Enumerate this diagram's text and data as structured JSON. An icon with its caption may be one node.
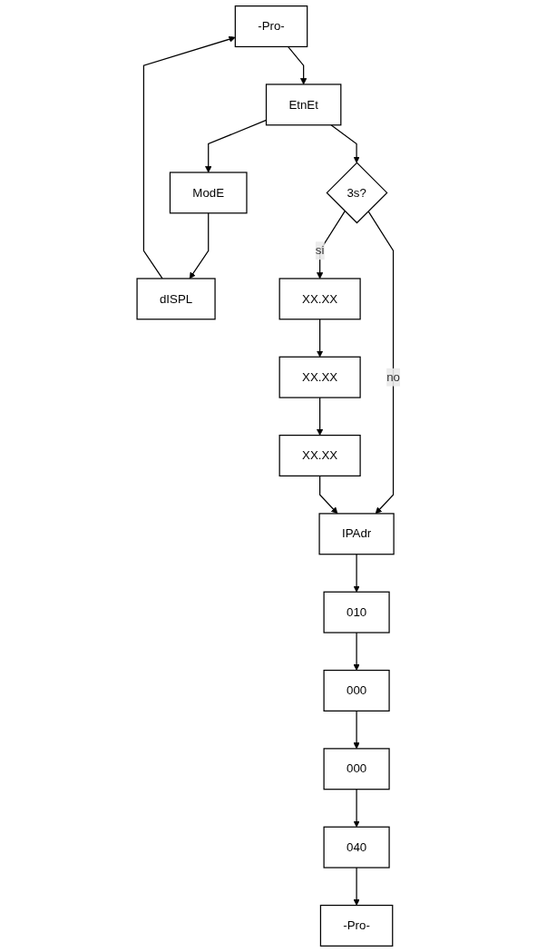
{
  "diagram": {
    "nodes": [
      {
        "text": [
          "-Pro-"
        ]
      },
      {
        "text": [
          "EtnEt"
        ]
      },
      {
        "text": [
          "ModE"
        ]
      },
      {
        "text": [
          "dISPL"
        ]
      },
      {
        "text": [
          "3s?"
        ]
      },
      {
        "text": [
          "XX.XX"
        ]
      },
      {
        "text": [
          "XX.XX"
        ]
      },
      {
        "text": [
          "XX.XX"
        ]
      },
      {
        "text": [
          "IPAdr"
        ]
      },
      {
        "text": [
          "010"
        ]
      },
      {
        "text": [
          "000"
        ]
      },
      {
        "text": [
          "000"
        ]
      },
      {
        "text": [
          "040"
        ]
      },
      {
        "text": [
          "-Pro-"
        ]
      }
    ],
    "edges": [
      {
        "from": 0,
        "to": 1,
        "arrow": "to"
      },
      {
        "from": 1,
        "to": 2,
        "arrow": "to"
      },
      {
        "from": 2,
        "to": 3,
        "arrow": "to"
      },
      {
        "from": 3,
        "to": 0,
        "arrow": "to"
      },
      {
        "from": 1,
        "to": 4,
        "arrow": "to"
      },
      {
        "from": 4,
        "to": 5,
        "arrow": "to",
        "label": "si"
      },
      {
        "from": 5,
        "to": 6,
        "arrow": "to"
      },
      {
        "from": 6,
        "to": 7,
        "arrow": "to"
      },
      {
        "from": 4,
        "to": 8,
        "arrow": "to",
        "label": "no"
      },
      {
        "from": 7,
        "to": 8,
        "arrow": "to"
      },
      {
        "from": 8,
        "to": 9,
        "arrow": "to"
      },
      {
        "from": 9,
        "to": 10,
        "arrow": "to"
      },
      {
        "from": 10,
        "to": 11,
        "arrow": "to"
      },
      {
        "from": 11,
        "to": 12,
        "arrow": "to"
      },
      {
        "from": 12,
        "to": 13,
        "arrow": "to"
      }
    ]
  }
}
